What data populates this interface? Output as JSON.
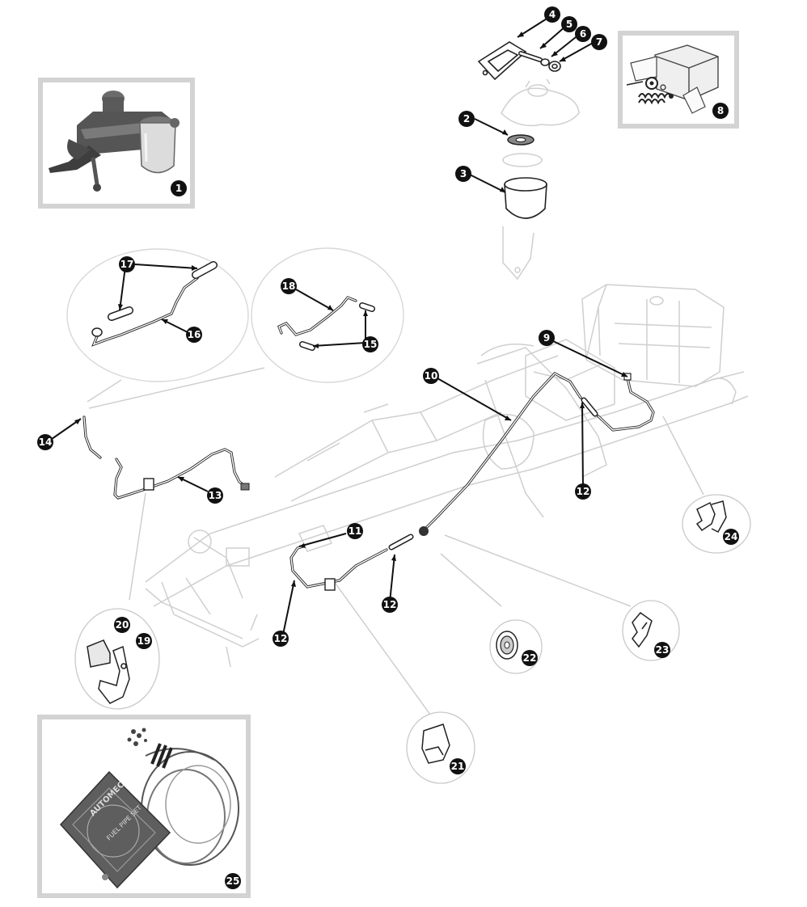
{
  "callouts": [
    "1",
    "2",
    "3",
    "4",
    "5",
    "6",
    "7",
    "8",
    "9",
    "10",
    "11",
    "12",
    "12",
    "12",
    "13",
    "14",
    "15",
    "16",
    "17",
    "18",
    "19",
    "20",
    "21",
    "22",
    "23",
    "24",
    "25"
  ],
  "photo_panels": [
    "fuel-pump-photo",
    "repair-kit-photo",
    "fuel-line-kit-photo"
  ],
  "kit_box_lettering": [
    "AUTOMEC",
    "FUEL PIPE SET"
  ],
  "colors": {
    "callout_fill": "#111111",
    "callout_text": "#ffffff",
    "panel_border": "#d3d3d3",
    "ghost_line": "#cfcfcf",
    "line": "#222222"
  }
}
